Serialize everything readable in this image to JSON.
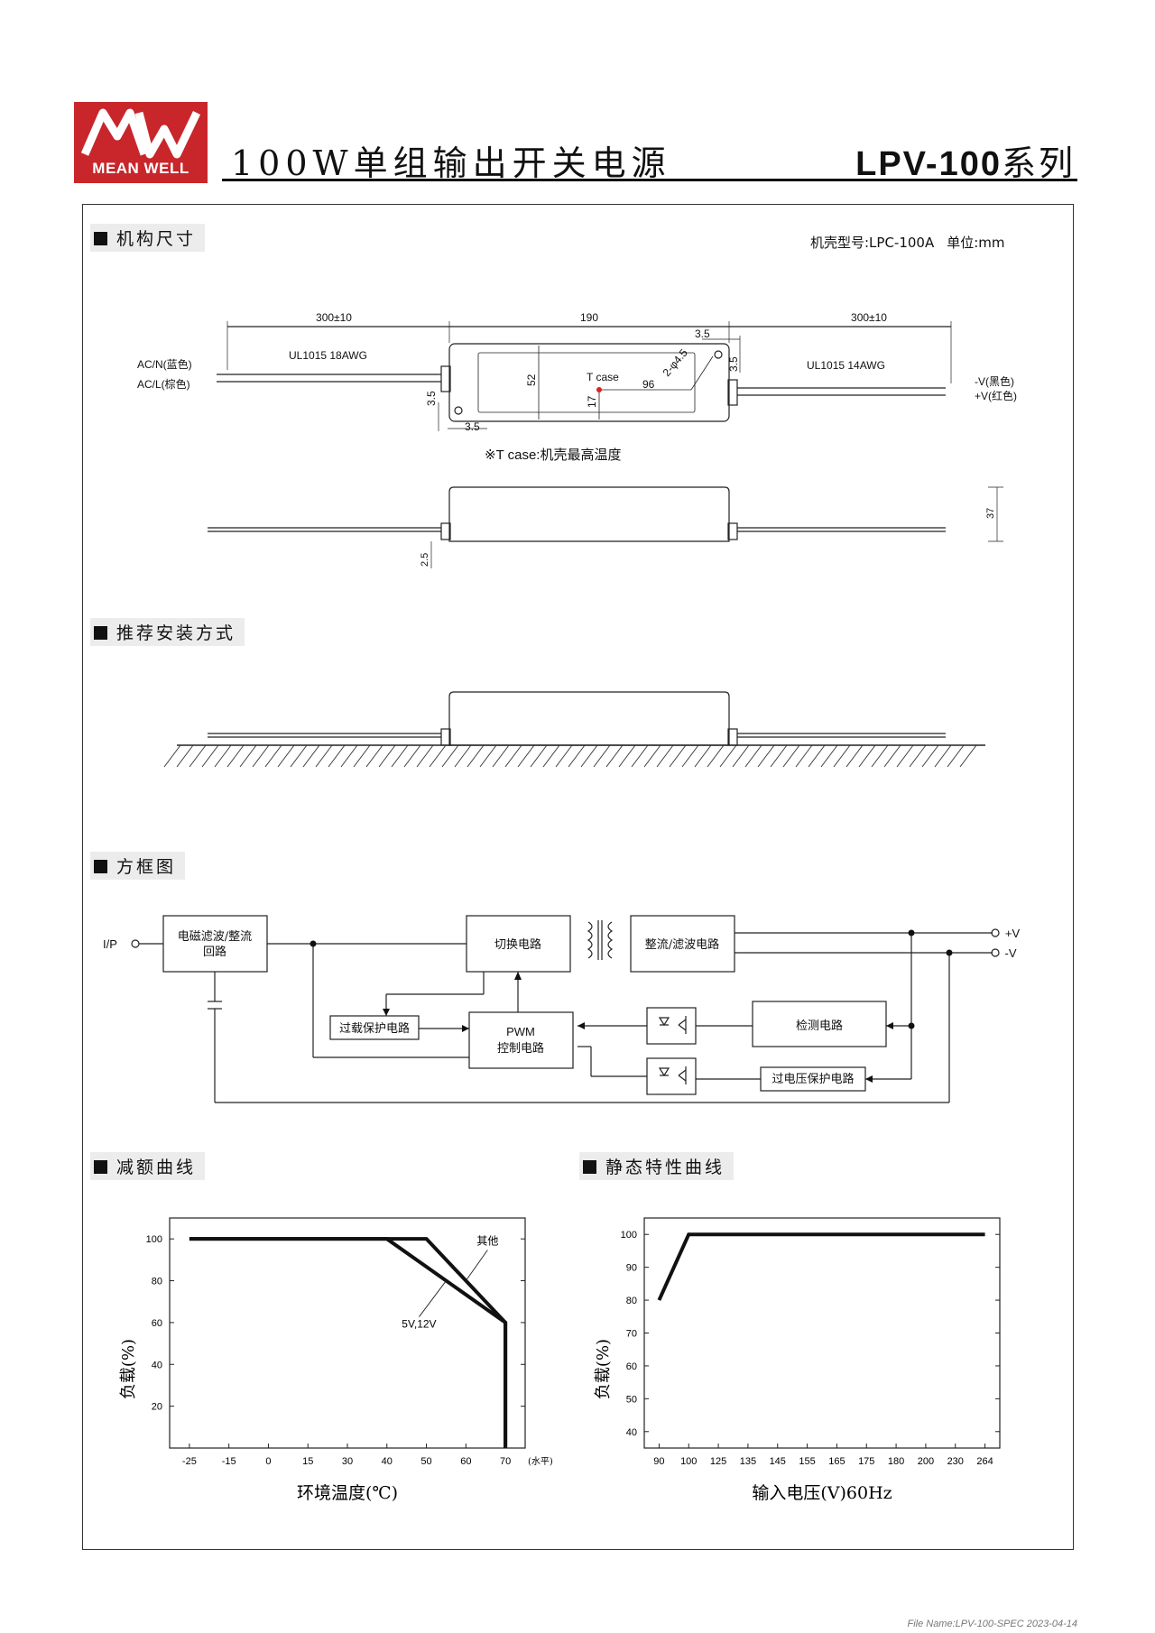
{
  "header": {
    "logo_text": "MEAN WELL",
    "title": "100W单组输出开关电源",
    "series_bold": "LPV-100",
    "series_suffix": "系列"
  },
  "sections": {
    "mechanical": "机构尺寸",
    "installation": "推荐安装方式",
    "block_diagram": "方框图",
    "derating": "减额曲线",
    "static": "静态特性曲线"
  },
  "mechanical": {
    "case_no": "机壳型号:LPC-100A",
    "unit": "单位:mm",
    "dim_left": "300±10",
    "dim_mid": "190",
    "dim_right": "300±10",
    "cable_in": "UL1015 18AWG",
    "cable_out": "UL1015 14AWG",
    "ac_n": "AC/N(蓝色)",
    "ac_l": "AC/L(棕色)",
    "v_neg": "-V(黑色)",
    "v_pos": "+V(红色)",
    "tcase": "T case",
    "dim_52": "52",
    "dim_96": "96",
    "dim_17": "17",
    "dim_35a": "3.5",
    "dim_35b": "3.5",
    "dim_35c": "3.5",
    "dim_35d": "3.5",
    "hole": "2-φ4.5",
    "tcase_note": "※T case:机壳最高温度",
    "dim_37": "37",
    "dim_25": "2.5"
  },
  "block": {
    "ip": "I/P",
    "emi_line1": "电磁滤波/整流",
    "emi_line2": "回路",
    "switching": "切换电路",
    "rectifier": "整流/滤波电路",
    "olp": "过载保护电路",
    "pwm_line1": "PWM",
    "pwm_line2": "控制电路",
    "detect": "检测电路",
    "ovp": "过电压保护电路",
    "vpos": "+V",
    "vneg": "-V"
  },
  "chart_data": [
    {
      "type": "line",
      "name_ref": "derating",
      "xlabel": "环境温度(℃)",
      "ylabel": "负载(%)",
      "x_ticks": [
        "-25",
        "-15",
        "0",
        "15",
        "30",
        "40",
        "50",
        "60",
        "70"
      ],
      "x_tick_suffix": "(水平)",
      "y_ticks": [
        "20",
        "40",
        "60",
        "80",
        "100"
      ],
      "ylim": [
        0,
        110
      ],
      "series": [
        {
          "name": "其他",
          "points": [
            [
              "-25",
              100
            ],
            [
              "50",
              100
            ],
            [
              "70",
              60
            ],
            [
              "70",
              0
            ]
          ]
        },
        {
          "name": "5V,12V",
          "points": [
            [
              "-25",
              100
            ],
            [
              "40",
              100
            ],
            [
              "70",
              60
            ],
            [
              "70",
              0
            ]
          ]
        }
      ]
    },
    {
      "type": "line",
      "name_ref": "static",
      "xlabel": "输入电压(V)60Hz",
      "ylabel": "负载(%)",
      "x_ticks": [
        "90",
        "100",
        "125",
        "135",
        "145",
        "155",
        "165",
        "175",
        "180",
        "200",
        "230",
        "264"
      ],
      "y_ticks": [
        "40",
        "50",
        "60",
        "70",
        "80",
        "90",
        "100"
      ],
      "ylim": [
        35,
        105
      ],
      "series": [
        {
          "points": [
            [
              "90",
              80
            ],
            [
              "100",
              100
            ],
            [
              "264",
              100
            ]
          ]
        }
      ]
    }
  ],
  "footer": "File Name:LPV-100-SPEC   2023-04-14"
}
